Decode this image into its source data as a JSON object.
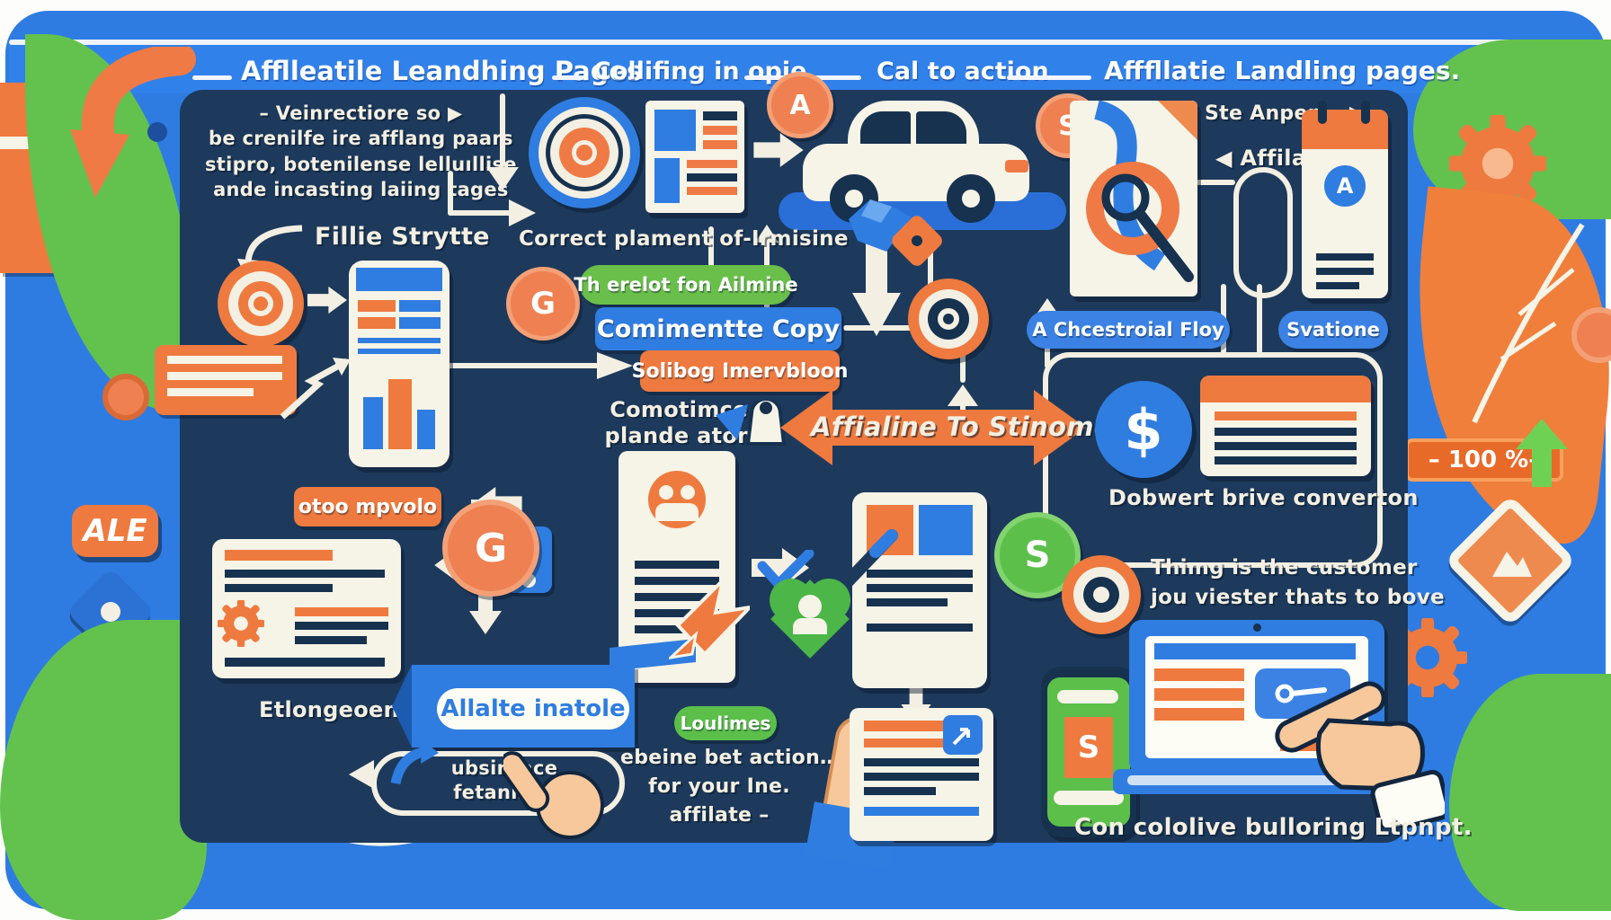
{
  "colors": {
    "bg_blue": "#2e7ce2",
    "panel_navy": "#1d3a5c",
    "orange": "#ee7a3f",
    "green": "#5bbf4a",
    "cream": "#f3efe2",
    "accent_blue": "#2f7de0"
  },
  "header": {
    "item1": "Afflleatile Leandhing Pages",
    "item2": "Collifing in opie",
    "item3": "Cal to action",
    "item4": "Afffllatie Landling pages."
  },
  "intro": {
    "line1": "– Veinrectiore so ▶",
    "line2": "be crenilfe ire afflang paars",
    "line3": "stipro, botenilense lelluıllise",
    "line4": "ande incasting laiing tages"
  },
  "flow": {
    "fillie_strytte": "Fillie Strytte",
    "correct_plament": "Correct plament of-Irmisine",
    "banner_green": "Th erelot fon Ailmine",
    "banner_blue": "Comimentte Copy",
    "banner_orange": "Solibog Imervbloon",
    "conotimce1": "Comotimce",
    "conotimce2": "plande aton",
    "main_arrow": "Affialine To Stinome",
    "ste_anpen": "Ste Anpen —▶",
    "affilat": "◀ Affilat",
    "banner_chcestroial": "A Chcestroial Floy",
    "banner_svatione": "Svatione",
    "dobwert": "Dobwert brive converton",
    "customer1": "Thimg is the customer",
    "customer2": "jou viester thats to bove",
    "otoo": "otoo mpvolo",
    "etlongeoenen": "Etlongeoenen",
    "allalte": "Allalte inatole",
    "ubsinrace1": "ubsinrace",
    "ubsinrace2": "fetanmes",
    "loulimes": "Loulimes",
    "ebeine1": "ebeine bet action…",
    "ebeine2": "for your Ine.",
    "ebeine3": "affilate –",
    "con_cololive": "Con cololive bulloring Ltpnpt."
  },
  "badges": {
    "ale": "ALE",
    "percent": "– 100 %–",
    "a_coin": "A",
    "s_coin": "S",
    "s_coin_green": "S",
    "g1": "G",
    "g2": "G",
    "dollar_main": "$",
    "gear_dollar": "$",
    "calendar_a": "A",
    "phone_s": "S"
  }
}
